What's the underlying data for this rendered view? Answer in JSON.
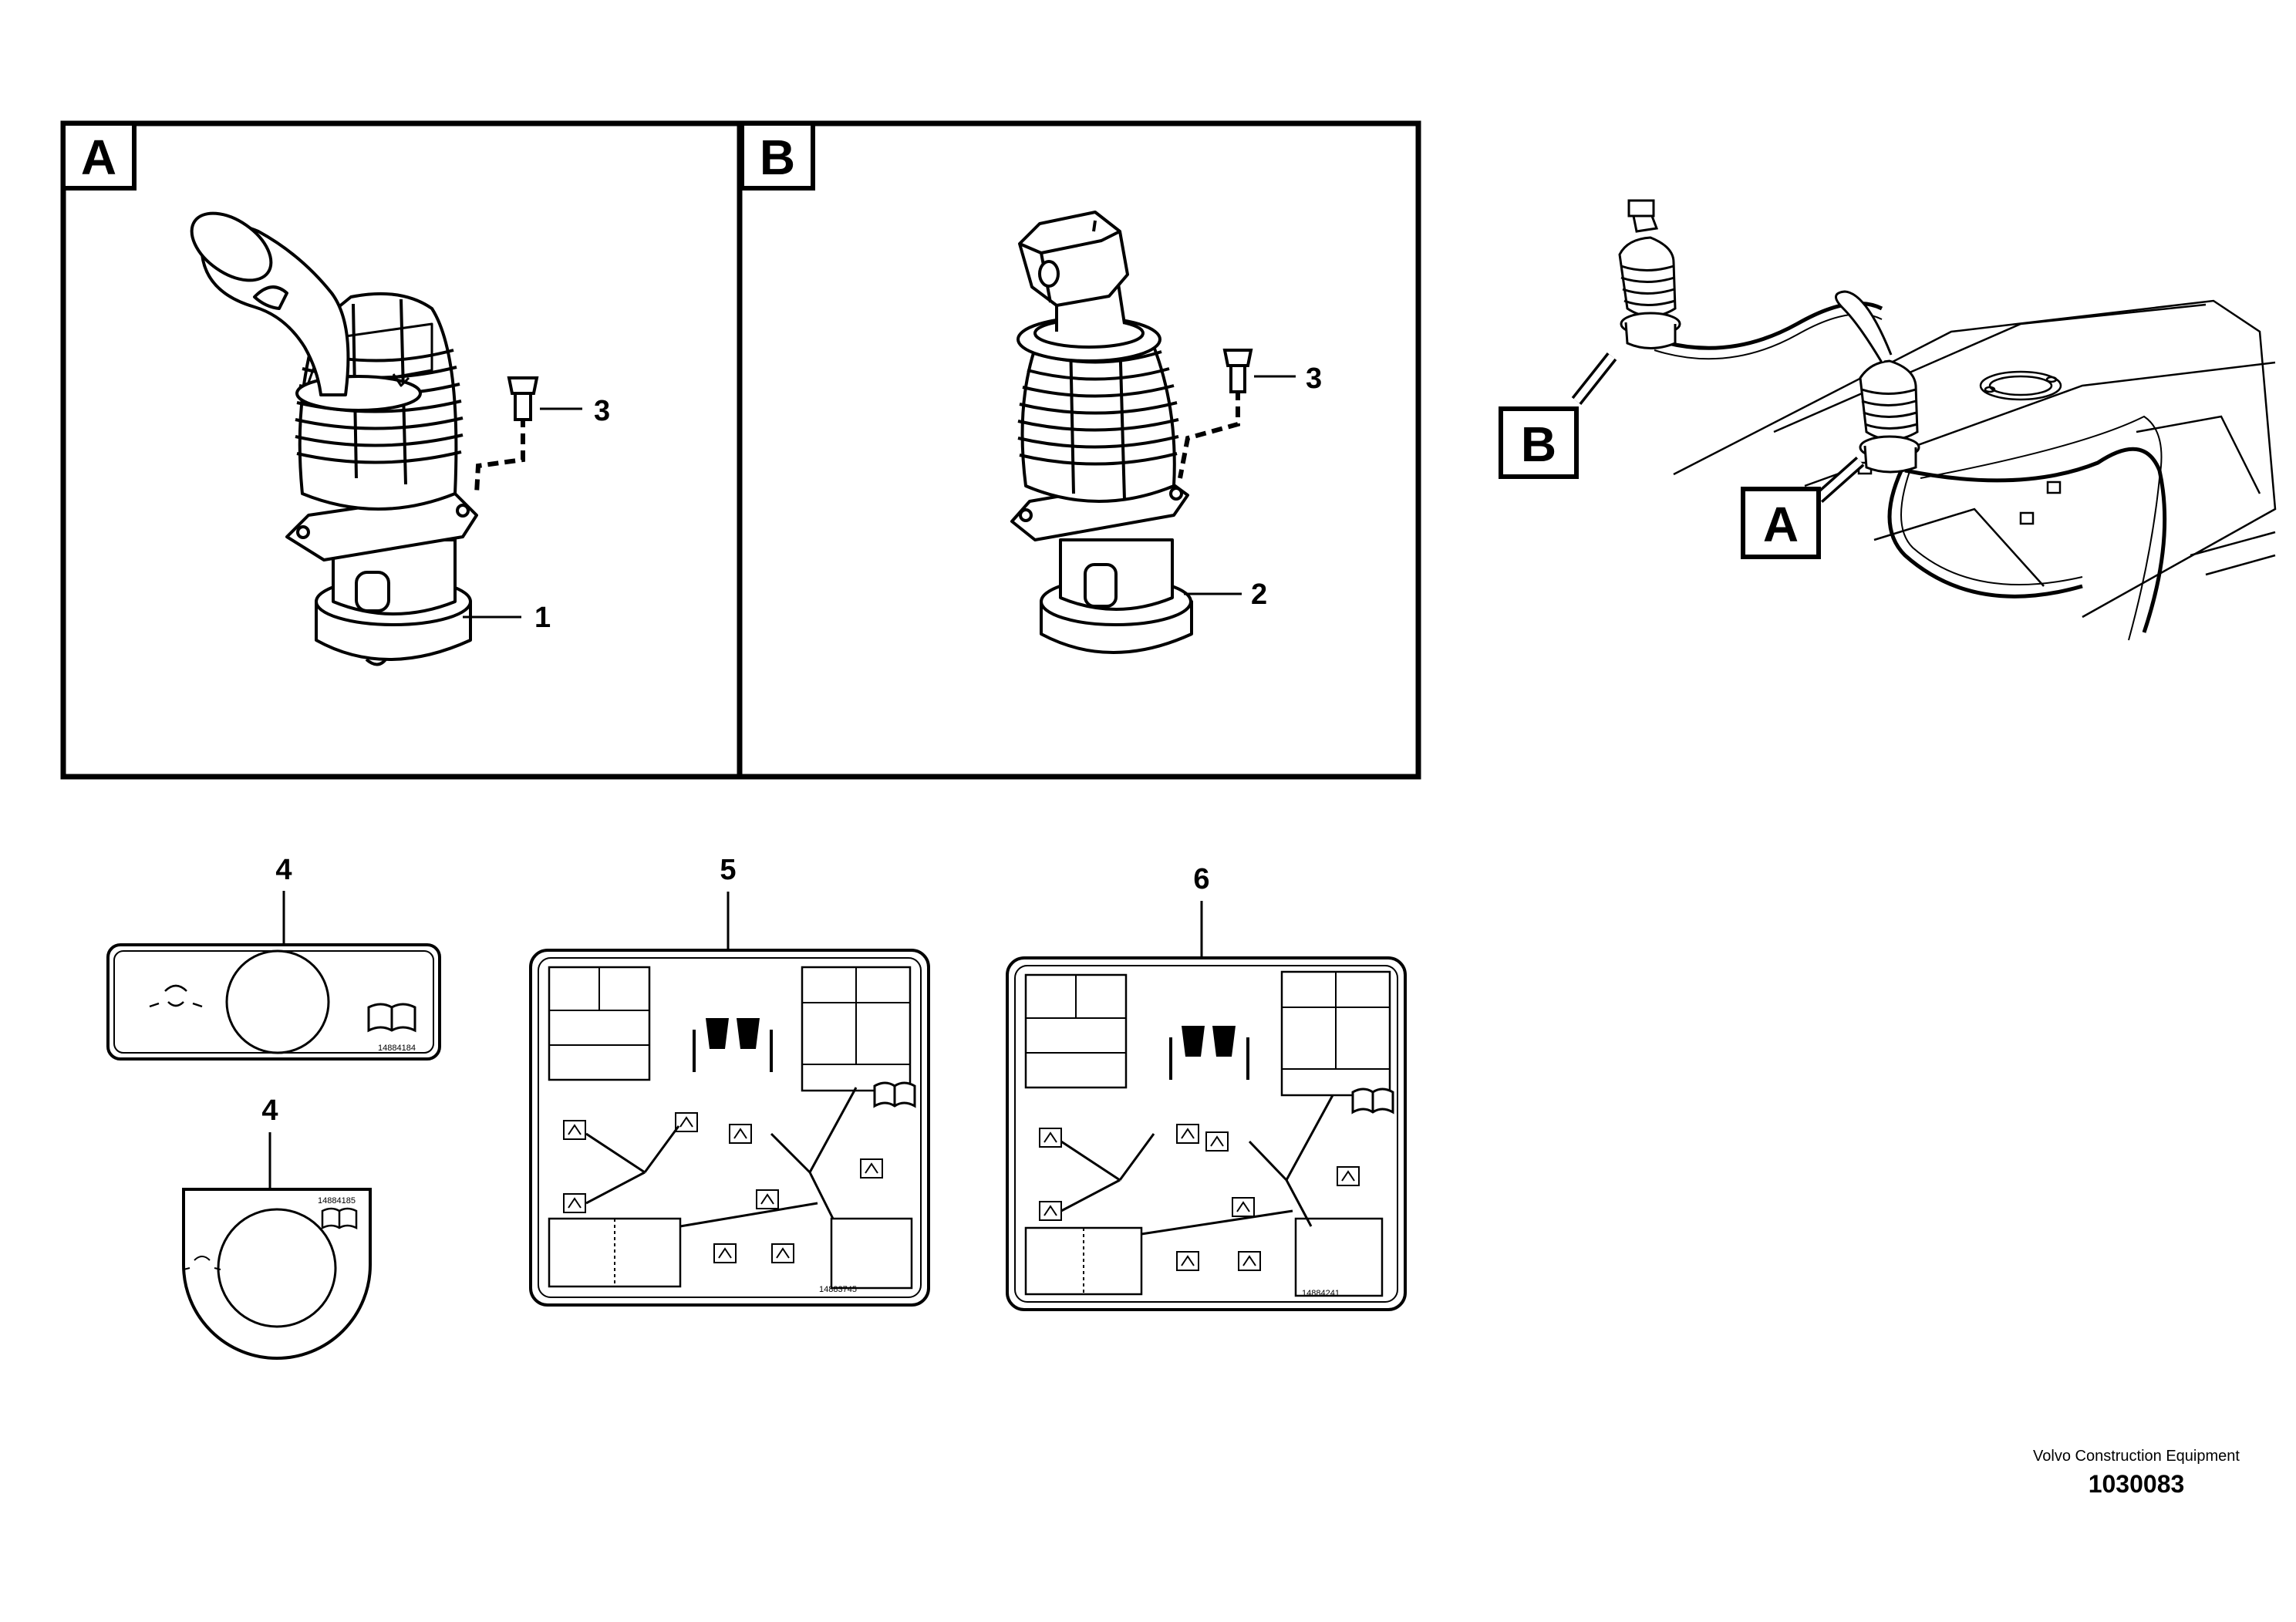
{
  "panels": [
    {
      "letter": "A"
    },
    {
      "letter": "B"
    }
  ],
  "overview_labels": {
    "b": "B",
    "a": "A"
  },
  "callouts": {
    "c1": "1",
    "c2": "2",
    "c3a": "3",
    "c3b": "3",
    "c4a": "4",
    "c4b": "4",
    "c5": "5",
    "c6": "6"
  },
  "decal_codes": {
    "d4a": "14884184",
    "d4b": "14884185",
    "d5": "14883745",
    "d6": "14884241"
  },
  "footer": {
    "maker": "Volvo Construction Equipment",
    "doc_number": "1030083"
  }
}
